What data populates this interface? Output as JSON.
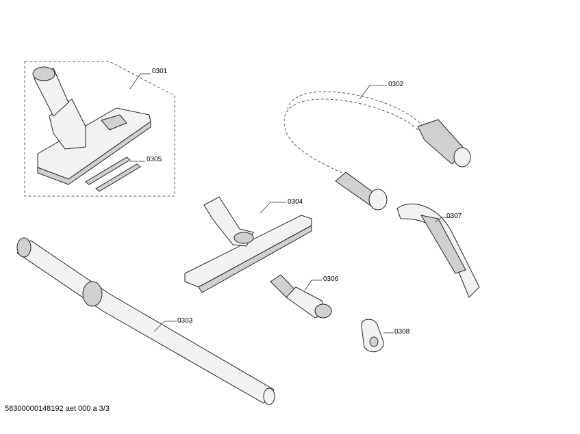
{
  "parts": [
    {
      "id": "0301",
      "name": "floor-nozzle-assembly"
    },
    {
      "id": "0302",
      "name": "suction-hose"
    },
    {
      "id": "0303",
      "name": "extension-tube"
    },
    {
      "id": "0304",
      "name": "hard-floor-nozzle"
    },
    {
      "id": "0305",
      "name": "nozzle-strips"
    },
    {
      "id": "0306",
      "name": "crevice-tool-adapter"
    },
    {
      "id": "0307",
      "name": "hose-handle"
    },
    {
      "id": "0308",
      "name": "clip"
    }
  ],
  "footer": "58300000148192 aet 000 a 3/3"
}
